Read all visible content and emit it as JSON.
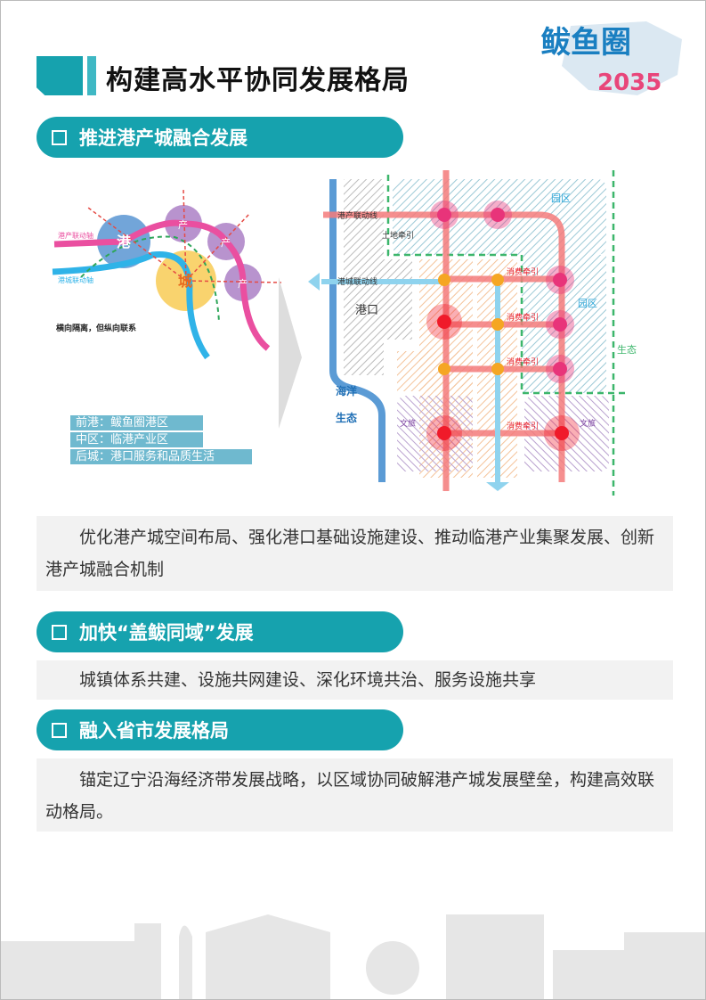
{
  "logo": {
    "text": "鲅鱼圈",
    "year": "2035"
  },
  "header": {
    "title": "构建高水平协同发展格局"
  },
  "sections": [
    {
      "label": "推进港产城融合发展",
      "text": "优化港产城空间布局、强化港口基础设施建设、推动临港产业集聚发展、创新港产城融合机制"
    },
    {
      "label": "加快“盖鲅同域”发展",
      "text": "城镇体系共建、设施共网建设、深化环境共治、服务设施共享"
    },
    {
      "label": "融入省市发展格局",
      "text": "锚定辽宁沿海经济带发展战略，以区域协同破解港产城发展壁垒，构建高效联动格局。"
    }
  ],
  "left_diagram": {
    "node_port": "港",
    "node_city": "城",
    "node_industry": "产",
    "axis_port_industry": "港产联动轴",
    "axis_port_city": "港城联动轴",
    "caption": "横向隔离，但纵向联系",
    "legend": [
      "前港：鲅鱼圈港区",
      "中区：临港产业区",
      "后城：港口服务和品质生活"
    ]
  },
  "right_diagram": {
    "line_port_industry": "港产联动线",
    "land": "土地牵引",
    "line_port_city": "港城联动线",
    "port": "港口",
    "ocean": "海洋",
    "eco_left": "生态",
    "park": "园区",
    "eco_right": "生态",
    "consume": "消费牵引",
    "culture": "文旅"
  }
}
